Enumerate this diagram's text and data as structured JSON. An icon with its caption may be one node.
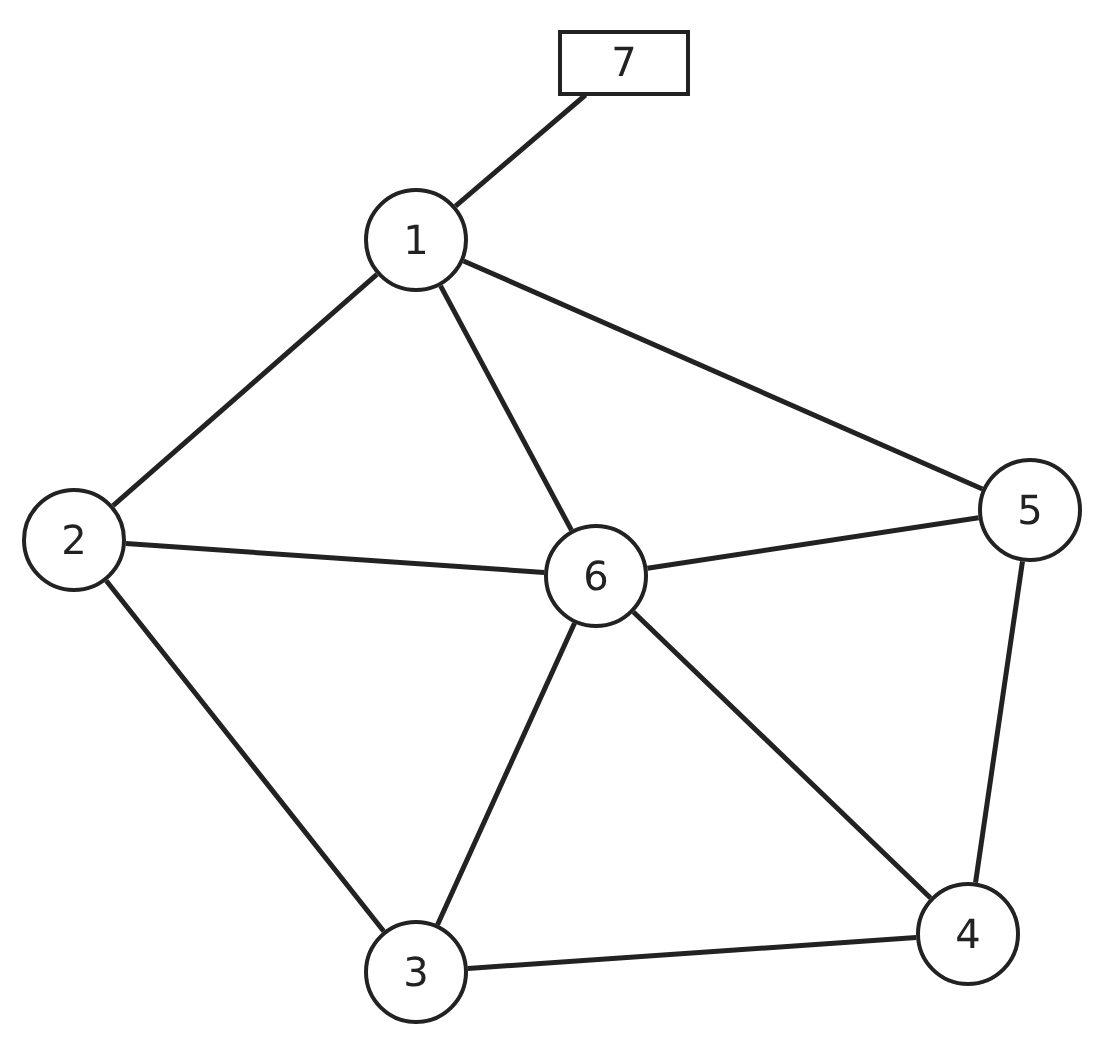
{
  "diagram": {
    "nodes": [
      {
        "text": [
          "1"
        ]
      },
      {
        "text": [
          "2"
        ]
      },
      {
        "text": [
          "3"
        ]
      },
      {
        "text": [
          "4"
        ]
      },
      {
        "text": [
          "5"
        ]
      },
      {
        "text": [
          "6"
        ]
      },
      {
        "text": [
          "7"
        ]
      }
    ],
    "edges": [
      {
        "from": 6,
        "to": 0,
        "arrow": "none"
      },
      {
        "from": 0,
        "to": 1,
        "arrow": "none"
      },
      {
        "from": 0,
        "to": 5,
        "arrow": "none"
      },
      {
        "from": 0,
        "to": 4,
        "arrow": "none"
      },
      {
        "from": 1,
        "to": 5,
        "arrow": "none"
      },
      {
        "from": 1,
        "to": 2,
        "arrow": "none"
      },
      {
        "from": 5,
        "to": 4,
        "arrow": "none"
      },
      {
        "from": 5,
        "to": 2,
        "arrow": "none"
      },
      {
        "from": 5,
        "to": 3,
        "arrow": "none"
      },
      {
        "from": 4,
        "to": 3,
        "arrow": "none"
      },
      {
        "from": 2,
        "to": 3,
        "arrow": "none"
      }
    ]
  }
}
